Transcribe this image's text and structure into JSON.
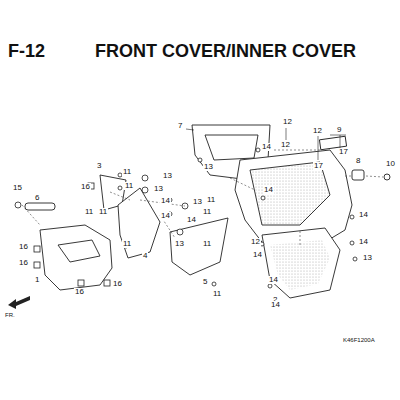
{
  "diagram": {
    "title": "FRONT COVER/INNER COVER",
    "labels": [
      "F-12",
      "15",
      "6",
      "16",
      "16",
      "1",
      "16",
      "16",
      "16",
      "3",
      "11",
      "11",
      "11",
      "11",
      "13",
      "13",
      "14",
      "14",
      "4",
      "11",
      "13",
      "11",
      "11",
      "13",
      "11",
      "14",
      "5",
      "11",
      "7",
      "12",
      "12",
      "12",
      "9",
      "17",
      "17",
      "13",
      "14",
      "14",
      "8",
      "10",
      "14",
      "14",
      "13",
      "12",
      "14",
      "14",
      "2",
      "14",
      "K46F1200A",
      "FR."
    ]
  }
}
